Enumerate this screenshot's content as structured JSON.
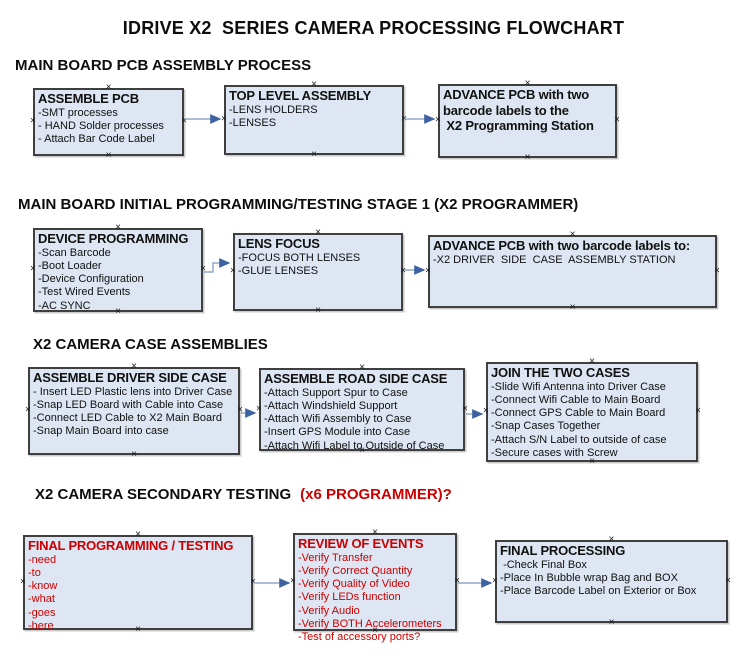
{
  "title": "IDRIVE X2  SERIES CAMERA PROCESSING FLOWCHART",
  "icons": {
    "connection_handle": "×"
  },
  "colors": {
    "box_fill": "#dde6f2",
    "box_border": "#3f3f3f",
    "arrow_line": "#8fa5c6",
    "arrow_head": "#3d61a2",
    "red_text": "#cc0000"
  },
  "sections": [
    {
      "heading": "MAIN BOARD PCB ASSEMBLY PROCESS",
      "boxes": [
        {
          "title": "ASSEMBLE PCB",
          "items": [
            "-SMT processes",
            "- HAND Solder processes",
            "- Attach Bar Code Label"
          ]
        },
        {
          "title": "TOP LEVEL ASSEMBLY",
          "items": [
            "-LENS HOLDERS",
            "-LENSES"
          ]
        },
        {
          "title": "ADVANCE PCB with two\nbarcode labels to the\n X2 Programming Station",
          "items": []
        }
      ]
    },
    {
      "heading": "MAIN BOARD INITIAL PROGRAMMING/TESTING STAGE 1 (X2 PROGRAMMER)",
      "boxes": [
        {
          "title": "DEVICE PROGRAMMING",
          "items": [
            "-Scan Barcode",
            "-Boot Loader",
            "-Device Configuration",
            "-Test Wired Events",
            "-AC SYNC"
          ]
        },
        {
          "title": "LENS FOCUS",
          "items": [
            "-FOCUS BOTH LENSES",
            "-GLUE LENSES"
          ]
        },
        {
          "title": "ADVANCE PCB with two barcode labels to:",
          "items": [
            "-X2 DRIVER  SIDE  CASE  ASSEMBLY STATION"
          ]
        }
      ]
    },
    {
      "heading": "X2 CAMERA CASE ASSEMBLIES",
      "boxes": [
        {
          "title": "ASSEMBLE DRIVER SIDE CASE",
          "items": [
            "- Insert LED Plastic lens into Driver Case",
            "-Snap LED Board with Cable into Case",
            "-Connect LED Cable to X2 Main Board",
            "-Snap Main Board into case"
          ]
        },
        {
          "title": "ASSEMBLE ROAD SIDE CASE",
          "items": [
            "-Attach Support Spur to Case",
            "-Attach Windshield Support",
            "-Attach Wifi Assembly to Case",
            "-Insert GPS Module into Case",
            "-Attach Wifi Label to Outside of Case"
          ]
        },
        {
          "title": "JOIN THE TWO CASES",
          "items": [
            "-Slide Wifi Antenna into Driver Case",
            "-Connect Wifi Cable to Main Board",
            "-Connect GPS Cable to Main Board",
            "-Snap Cases Together",
            "-Attach S/N Label to outside of case",
            "-Secure cases with Screw"
          ]
        }
      ]
    },
    {
      "heading": "X2 CAMERA SECONDARY TESTING",
      "heading_red": "(x6 PROGRAMMER)?",
      "boxes": [
        {
          "title": "FINAL PROGRAMMING / TESTING",
          "items": [
            "-need",
            "-to",
            "-know",
            "-what",
            "-goes",
            "-here"
          ]
        },
        {
          "title": "REVIEW OF EVENTS",
          "items": [
            "-Verify Transfer",
            "-Verify Correct Quantity",
            "-Verify Quality of Video",
            "-Verify LEDs function",
            "-Verify Audio",
            "-Verify BOTH Accelerometers",
            "-Test of accessory ports?"
          ]
        },
        {
          "title": "FINAL PROCESSING",
          "items": [
            " -Check Final Box",
            "-Place In Bubble wrap Bag and BOX",
            "-Place Barcode Label on Exterior or Box"
          ]
        }
      ]
    }
  ]
}
